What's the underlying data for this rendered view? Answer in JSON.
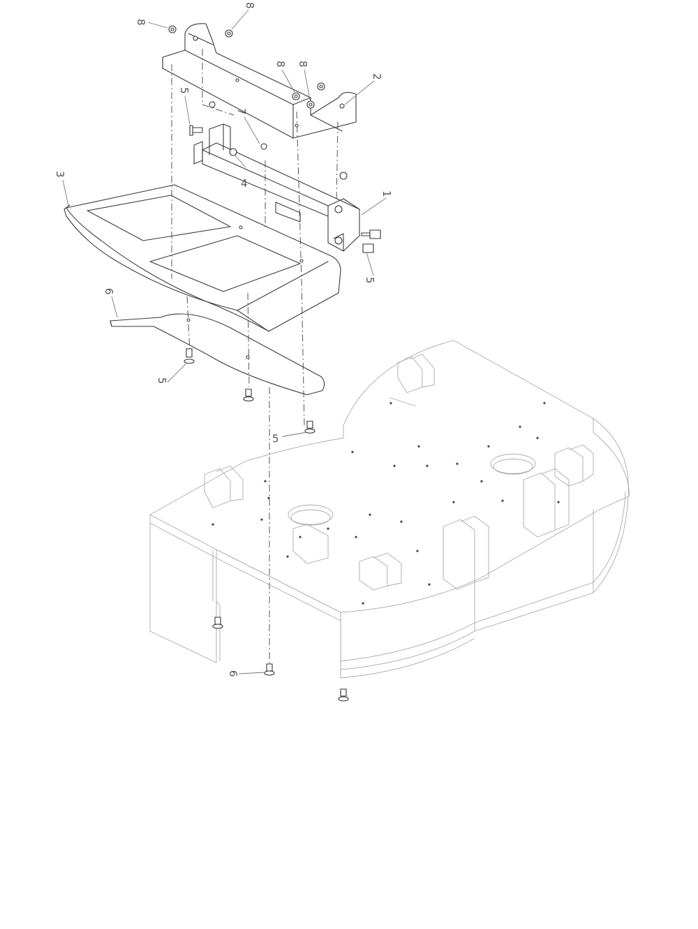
{
  "callouts": [
    {
      "id": "c-8a",
      "label": "8"
    },
    {
      "id": "c-8b",
      "label": "8"
    },
    {
      "id": "c-8c",
      "label": "8"
    },
    {
      "id": "c-8d",
      "label": "8"
    },
    {
      "id": "c-2",
      "label": "2"
    },
    {
      "id": "c-5a",
      "label": "5"
    },
    {
      "id": "c-7",
      "label": "7"
    },
    {
      "id": "c-4",
      "label": "4"
    },
    {
      "id": "c-3",
      "label": "3"
    },
    {
      "id": "c-1",
      "label": "1"
    },
    {
      "id": "c-5b",
      "label": "5"
    },
    {
      "id": "c-6",
      "label": "6"
    },
    {
      "id": "c-5c",
      "label": "5"
    },
    {
      "id": "c-5d",
      "label": "5"
    },
    {
      "id": "c-6b",
      "label": "6"
    }
  ],
  "colors": {
    "line": "#3a3a3a",
    "deck_line": "#aaaaaa",
    "callout": "#555555"
  }
}
